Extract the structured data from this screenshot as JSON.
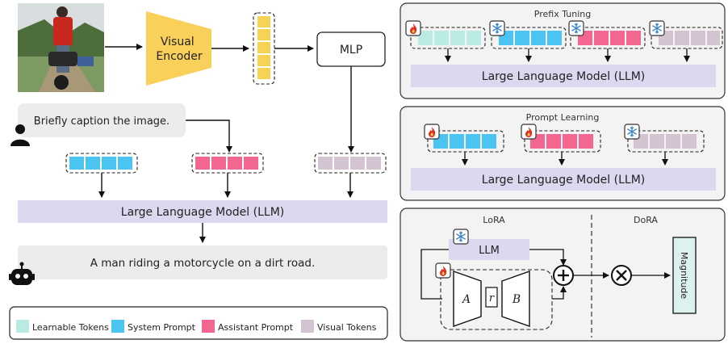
{
  "left": {
    "visual_encoder": "Visual\nEncoder",
    "mlp": "MLP",
    "prompt": "Briefly caption the image.",
    "llm": "Large Language Model (LLM)",
    "output": "A man riding a motorcycle on a dirt road."
  },
  "legend": [
    {
      "label": "Learnable Tokens",
      "color": "#b9ebe2"
    },
    {
      "label": "System Prompt",
      "color": "#4cc4f2"
    },
    {
      "label": "Assistant Prompt",
      "color": "#f2668f"
    },
    {
      "label": "Visual Tokens",
      "color": "#d4c4d2"
    }
  ],
  "prefix_panel": {
    "title": "Prefix Tuning",
    "llm": "Large Language Model (LLM)"
  },
  "prompt_panel": {
    "title": "Prompt Learning",
    "llm": "Large Language Model (LLM)"
  },
  "lora_panel": {
    "lora_title": "LoRA",
    "dora_title": "DoRA",
    "llm": "LLM",
    "a": "A",
    "r": "r",
    "b": "B",
    "magnitude": "Magnitude"
  },
  "colors": {
    "visual_token": "#f7d354",
    "encoder": "#f9d15a",
    "learnable": "#b9ebe2",
    "system": "#4cc4f2",
    "assistant": "#f2668f",
    "visual": "#d4c4d2",
    "llm_bar": "#dcd8f0",
    "panel_bg": "#f3f3f3",
    "speech_bg": "#ececec",
    "fire": "#e0301e",
    "snow": "#3a86c8"
  },
  "icons": [
    "fire-icon",
    "snowflake-icon",
    "user-icon",
    "robot-icon",
    "plus-icon",
    "multiply-icon"
  ]
}
